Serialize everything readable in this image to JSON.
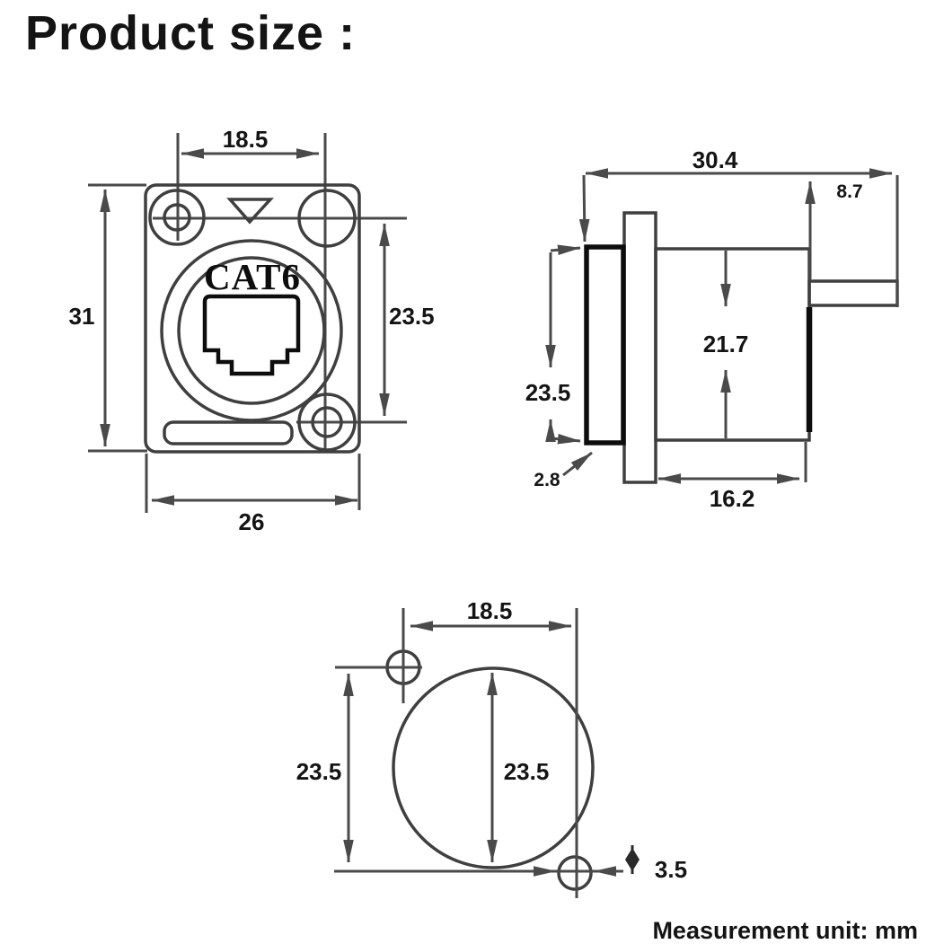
{
  "title": "Product size :",
  "unit_note": "Measurement unit: mm",
  "product_label": "CAT6",
  "colors": {
    "line": "#4a4a4a",
    "dark_line": "#0d0d0d",
    "text": "#141414",
    "background": "#ffffff"
  },
  "front_view": {
    "dims": {
      "hole_spacing_h": "18.5",
      "overall_height": "31",
      "hole_spacing_v": "23.5",
      "overall_width": "26"
    }
  },
  "side_view": {
    "dims": {
      "overall_depth": "30.4",
      "rear_tab": "8.7",
      "body_height": "21.7",
      "bezel_height": "23.5",
      "bezel_thickness": "2.8",
      "body_depth": "16.2"
    }
  },
  "bottom_view": {
    "dims": {
      "hole_spacing": "18.5",
      "cutout_height": "23.5",
      "cutout_diameter": "23.5",
      "screw_hole_diameter": "3.5"
    }
  }
}
